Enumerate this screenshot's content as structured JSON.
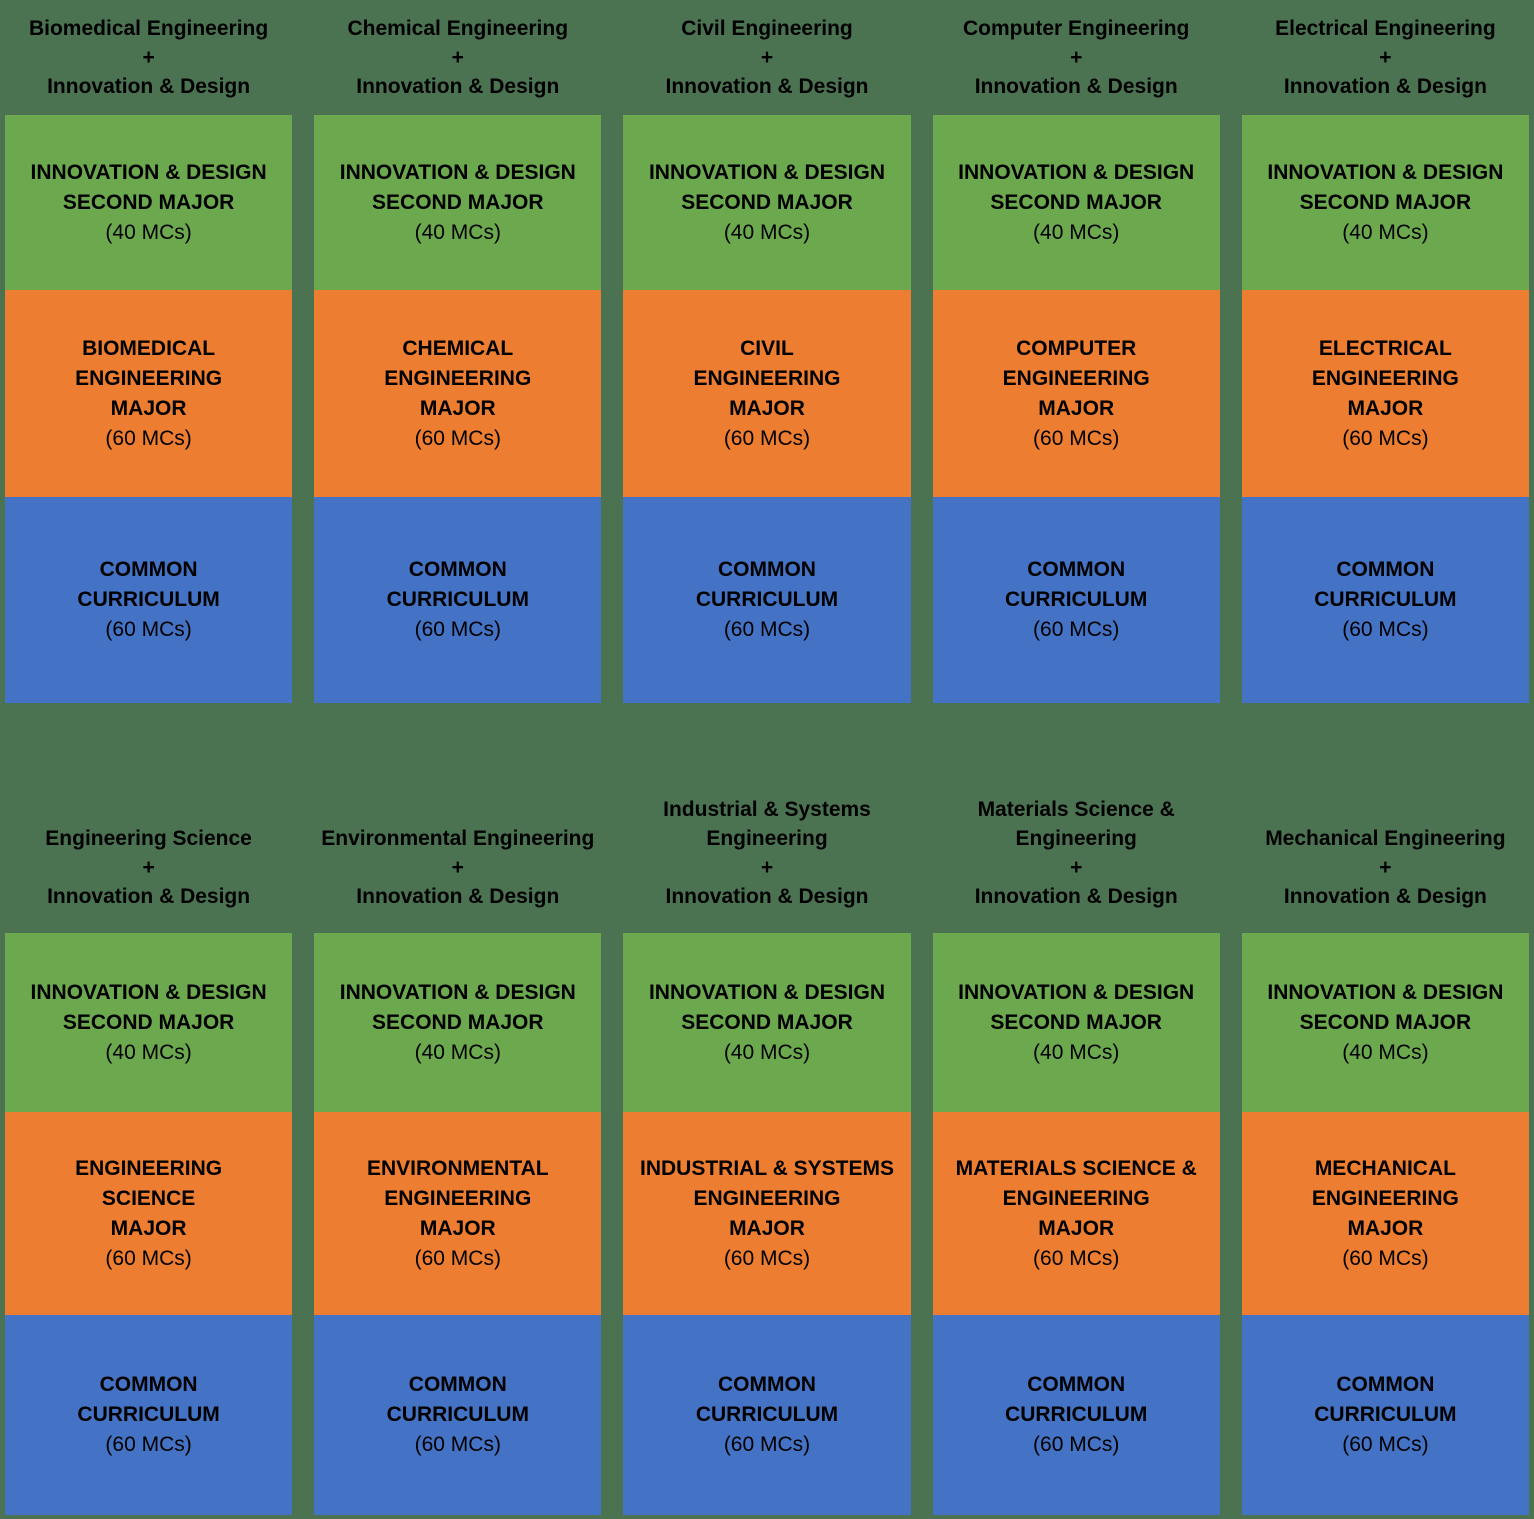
{
  "colors": {
    "background": "#4B7352",
    "second_major_green": "#6CA84E",
    "major_orange": "#ED7D31",
    "common_blue": "#4472C4",
    "text": "#000000"
  },
  "shared": {
    "second_major_label": "INNOVATION & DESIGN\nSECOND MAJOR",
    "second_major_credits": "(40 MCs)",
    "major_credits": "(60 MCs)",
    "common_label": "COMMON\nCURRICULUM",
    "common_credits": "(60 MCs)"
  },
  "rows": [
    {
      "columns": [
        {
          "title": "Biomedical Engineering\n+\nInnovation & Design",
          "major": "BIOMEDICAL\nENGINEERING\nMAJOR"
        },
        {
          "title": "Chemical Engineering\n+\nInnovation & Design",
          "major": "CHEMICAL\nENGINEERING\nMAJOR"
        },
        {
          "title": "Civil Engineering\n+\nInnovation & Design",
          "major": "CIVIL\nENGINEERING\nMAJOR"
        },
        {
          "title": "Computer Engineering\n+\nInnovation & Design",
          "major": "COMPUTER\nENGINEERING\nMAJOR"
        },
        {
          "title": "Electrical Engineering\n+\nInnovation & Design",
          "major": "ELECTRICAL\nENGINEERING\nMAJOR"
        }
      ]
    },
    {
      "columns": [
        {
          "title": "Engineering Science\n+\nInnovation & Design",
          "major": "ENGINEERING\nSCIENCE\nMAJOR"
        },
        {
          "title": "Environmental Engineering\n+\nInnovation & Design",
          "major": "ENVIRONMENTAL\nENGINEERING\nMAJOR"
        },
        {
          "title": "Industrial & Systems\nEngineering\n+\nInnovation & Design",
          "major": "INDUSTRIAL & SYSTEMS\nENGINEERING\nMAJOR"
        },
        {
          "title": "Materials Science &\nEngineering\n+\nInnovation & Design",
          "major": "MATERIALS SCIENCE &\nENGINEERING\nMAJOR"
        },
        {
          "title": "Mechanical Engineering\n+\nInnovation & Design",
          "major": "MECHANICAL\nENGINEERING\nMAJOR"
        }
      ]
    }
  ]
}
